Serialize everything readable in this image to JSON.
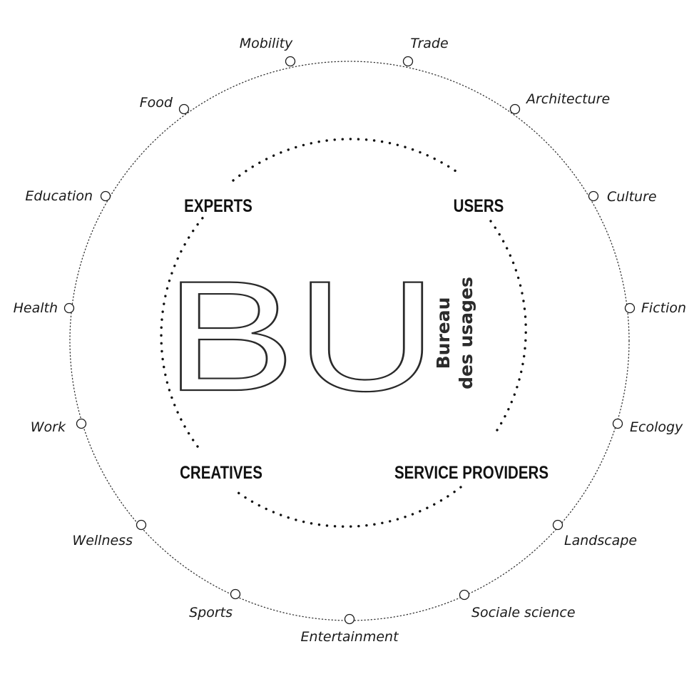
{
  "logo": {
    "letters": "BU",
    "tagline_line1": "Bureau",
    "tagline_line2": "des usages"
  },
  "groups": {
    "experts": "EXPERTS",
    "users": "USERS",
    "creatives": "CREATIVES",
    "service_providers": "SERVICE PROVIDERS"
  },
  "domains": [
    "Mobility",
    "Trade",
    "Architecture",
    "Culture",
    "Fiction",
    "Ecology",
    "Landscape",
    "Sociale science",
    "Entertainment",
    "Sports",
    "Wellness",
    "Work",
    "Health",
    "Education",
    "Food"
  ],
  "colors": {
    "ink": "#1a1a1a",
    "background": "#ffffff"
  }
}
